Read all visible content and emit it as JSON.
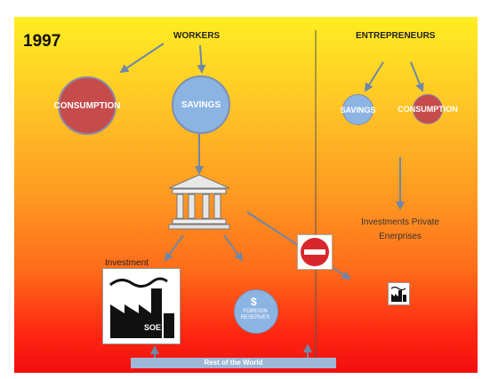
{
  "year": "1997",
  "workers": {
    "title": "WORKERS",
    "consumption": "CONSUMPTION",
    "savings": "SAVINGS"
  },
  "entrepreneurs": {
    "title": "ENTREPRENEURS",
    "savings": "SAVINGS",
    "consumption": "CONSUMPTION",
    "investments": "Investments Private Enerprises"
  },
  "investment": "Investment",
  "soe": "SOE",
  "reserves": {
    "symbol": "$",
    "label": "FOREIGN RESERVES"
  },
  "rest_of_world": "Rest of the World",
  "colors": {
    "consumption": "#c64b4b",
    "savings": "#8bb4e3",
    "arrow": "#6f87a8",
    "divider": "#555555"
  }
}
